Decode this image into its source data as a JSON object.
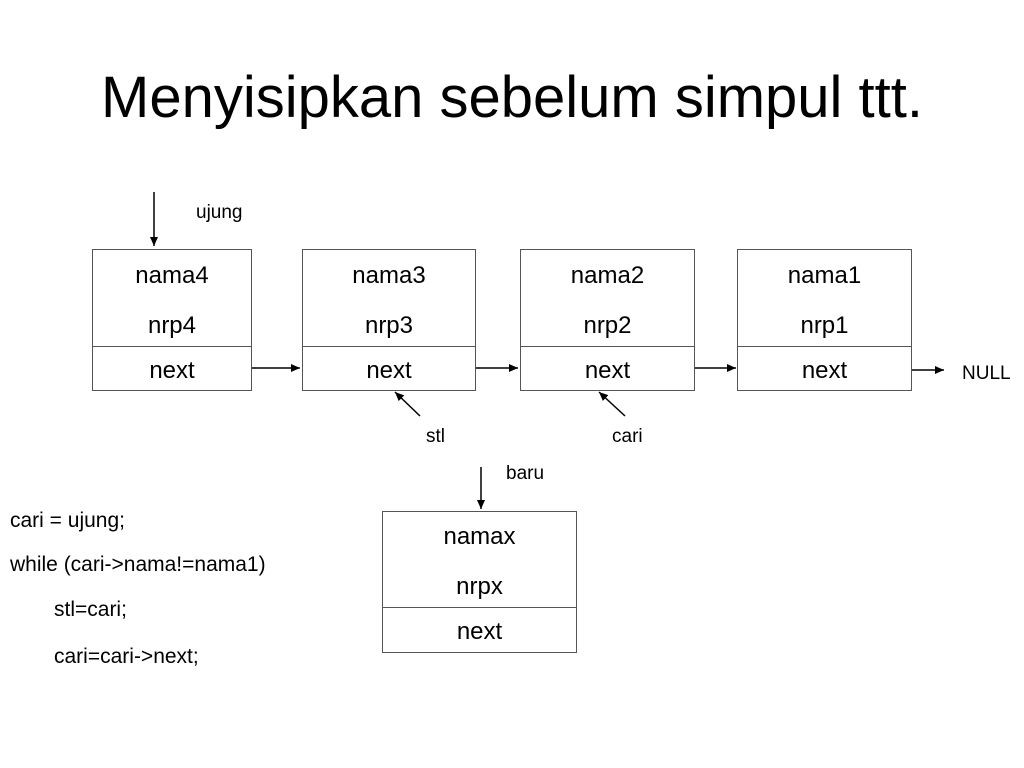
{
  "title": "Menyisipkan sebelum simpul ttt.",
  "nodes": [
    {
      "name": "nama4",
      "nrp": "nrp4",
      "next": "next"
    },
    {
      "name": "nama3",
      "nrp": "nrp3",
      "next": "next"
    },
    {
      "name": "nama2",
      "nrp": "nrp2",
      "next": "next"
    },
    {
      "name": "nama1",
      "nrp": "nrp1",
      "next": "next"
    }
  ],
  "new_node": {
    "name": "namax",
    "nrp": "nrpx",
    "next": "next"
  },
  "labels": {
    "ujung": "ujung",
    "null": "NULL",
    "stl": "stl",
    "cari": "cari",
    "baru": "baru"
  },
  "code": [
    "cari = ujung;",
    "while (cari->nama!=nama1)",
    "stl=cari;",
    "cari=cari->next;"
  ]
}
